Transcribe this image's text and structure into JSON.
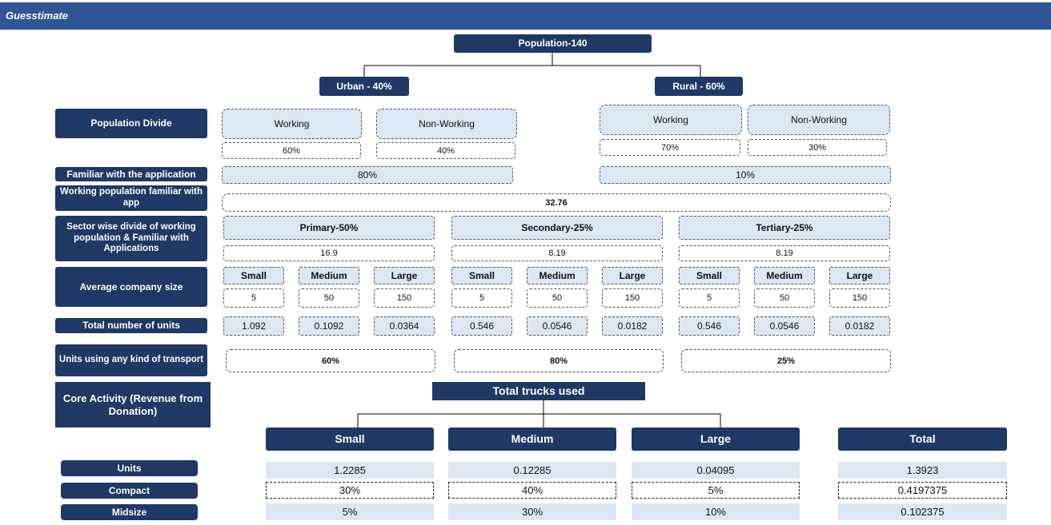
{
  "header": {
    "title": "Guesstimate"
  },
  "top": {
    "population": "Population-140",
    "urban": "Urban - 40%",
    "rural": "Rural - 60%"
  },
  "row_labels": {
    "population_divide": "Population Divide",
    "familiar": "Familiar with the application",
    "working_familiar": "Working population familiar with app",
    "sector_divide": "Sector wise divide of working population & Familiar with Applications",
    "avg_company_size": "Average company size",
    "total_units": "Total number of units",
    "units_transport": "Units using any kind of transport",
    "core_activity": "Core Activity (Revenue from Donation)"
  },
  "urban": {
    "working_label": "Working",
    "nonworking_label": "Non-Working",
    "working_pct": "60%",
    "nonworking_pct": "40%",
    "familiar_pct": "80%"
  },
  "rural": {
    "working_label": "Working",
    "nonworking_label": "Non-Working",
    "working_pct": "70%",
    "nonworking_pct": "30%",
    "familiar_pct": "10%"
  },
  "working_familiar_value": "32.76",
  "sectors": [
    {
      "name": "Primary-50%",
      "value": "16.9",
      "sizes": [
        "Small",
        "Medium",
        "Large"
      ],
      "avg": [
        "5",
        "50",
        "150"
      ],
      "units": [
        "1.092",
        "0.1092",
        "0.0364"
      ],
      "transport": "60%"
    },
    {
      "name": "Secondary-25%",
      "value": "8.19",
      "sizes": [
        "Small",
        "Medium",
        "Large"
      ],
      "avg": [
        "5",
        "50",
        "150"
      ],
      "units": [
        "0.546",
        "0.0546",
        "0.0182"
      ],
      "transport": "80%"
    },
    {
      "name": "Tertiary-25%",
      "value": "8.19",
      "sizes": [
        "Small",
        "Medium",
        "Large"
      ],
      "avg": [
        "5",
        "50",
        "150"
      ],
      "units": [
        "0.546",
        "0.0546",
        "0.0182"
      ],
      "transport": "25%"
    }
  ],
  "trucks": {
    "title": "Total trucks used",
    "columns": [
      "Small",
      "Medium",
      "Large",
      "Total"
    ],
    "rows": [
      {
        "label": "Units",
        "values": [
          "1.2285",
          "0.12285",
          "0.04095",
          "1.3923"
        ]
      },
      {
        "label": "Compact",
        "values": [
          "30%",
          "40%",
          "5%",
          "0.4197375"
        ]
      },
      {
        "label": "Midsize",
        "values": [
          "5%",
          "30%",
          "10%",
          "0.102375"
        ]
      }
    ]
  }
}
